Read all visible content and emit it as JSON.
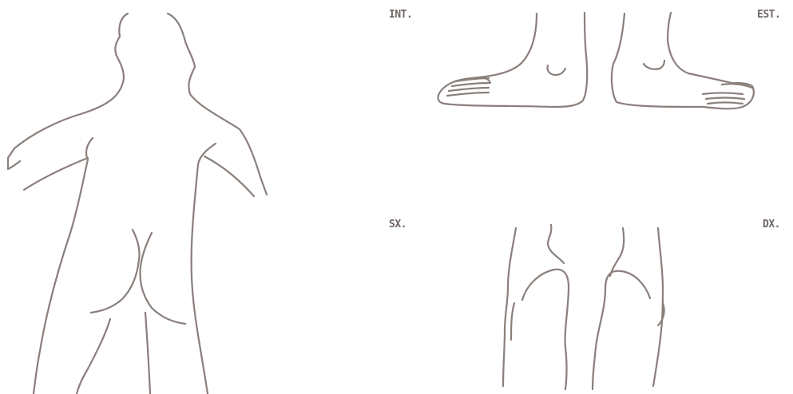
{
  "labels": {
    "int": "INT.",
    "est": "EST.",
    "sx": "SX.",
    "dx": "DX."
  },
  "colors": {
    "line": "#8a7f7b",
    "label": "#6e6664",
    "background": "#ffffff"
  }
}
